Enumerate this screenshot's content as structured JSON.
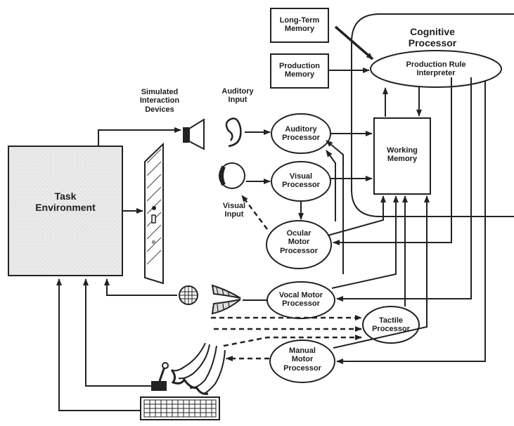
{
  "cognitive_processor": "Cognitive\nProcessor",
  "long_term_memory": "Long-Term\nMemory",
  "production_memory": "Production\nMemory",
  "production_rule_interpreter": "Production Rule\nInterpreter",
  "working_memory": "Working\nMemory",
  "auditory_input": "Auditory\nInput",
  "visual_input": "Visual\nInput",
  "auditory_processor": "Auditory\nProcessor",
  "visual_processor": "Visual\nProcessor",
  "ocular_motor_processor": "Ocular\nMotor\nProcessor",
  "vocal_motor_processor": "Vocal Motor\nProcessor",
  "tactile_processor": "Tactile\nProcessor",
  "manual_motor_processor": "Manual\nMotor\nProcessor",
  "simulated_interaction_devices": "Simulated\nInteraction\nDevices",
  "task_environment": "Task\nEnvironment"
}
